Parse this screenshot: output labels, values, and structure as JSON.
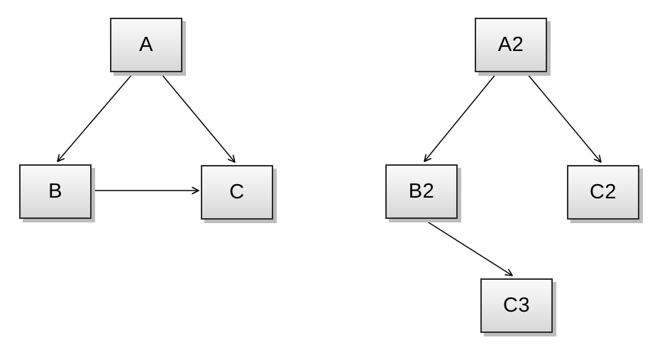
{
  "diagram": {
    "background_color": "#ffffff",
    "node_style": {
      "fill_top": "#fafafa",
      "fill_bottom": "#d7d7d7",
      "border_color": "#2b2b2b",
      "shadow_color": "#bdbdbd",
      "text_color": "#000000"
    },
    "nodes": [
      {
        "id": "A",
        "label": "A"
      },
      {
        "id": "B",
        "label": "B"
      },
      {
        "id": "C",
        "label": "C"
      },
      {
        "id": "A2",
        "label": "A2"
      },
      {
        "id": "B2",
        "label": "B2"
      },
      {
        "id": "C2",
        "label": "C2"
      },
      {
        "id": "C3",
        "label": "C3"
      }
    ],
    "edges": [
      {
        "from": "A",
        "to": "B",
        "arrow": "open"
      },
      {
        "from": "A",
        "to": "C",
        "arrow": "open"
      },
      {
        "from": "B",
        "to": "C",
        "arrow": "open"
      },
      {
        "from": "A2",
        "to": "B2",
        "arrow": "open"
      },
      {
        "from": "A2",
        "to": "C2",
        "arrow": "open"
      },
      {
        "from": "B2",
        "to": "C3",
        "arrow": "open"
      }
    ]
  }
}
